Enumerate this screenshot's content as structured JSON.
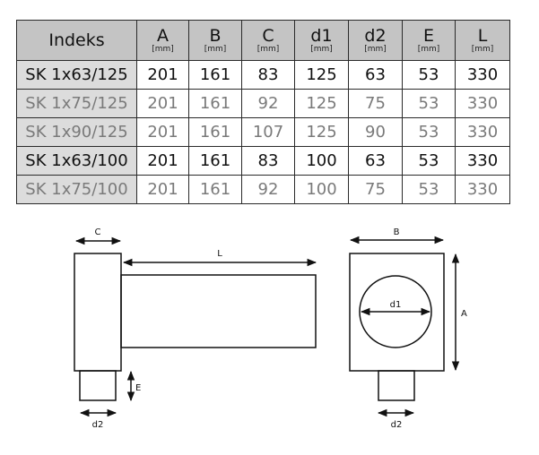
{
  "table": {
    "header": {
      "index_label": "Indeks",
      "columns": [
        {
          "name": "A",
          "unit": "[mm]"
        },
        {
          "name": "B",
          "unit": "[mm]"
        },
        {
          "name": "C",
          "unit": "[mm]"
        },
        {
          "name": "d1",
          "unit": "[mm]"
        },
        {
          "name": "d2",
          "unit": "[mm]"
        },
        {
          "name": "E",
          "unit": "[mm]"
        },
        {
          "name": "L",
          "unit": "[mm]"
        }
      ]
    },
    "rows": [
      {
        "index": "SK 1x63/125",
        "style": "dark",
        "values": [
          "201",
          "161",
          "83",
          "125",
          "63",
          "53",
          "330"
        ]
      },
      {
        "index": "SK 1x75/125",
        "style": "light",
        "values": [
          "201",
          "161",
          "92",
          "125",
          "75",
          "53",
          "330"
        ]
      },
      {
        "index": "SK 1x90/125",
        "style": "light",
        "values": [
          "201",
          "161",
          "107",
          "125",
          "90",
          "53",
          "330"
        ]
      },
      {
        "index": "SK 1x63/100",
        "style": "dark",
        "values": [
          "201",
          "161",
          "83",
          "100",
          "63",
          "53",
          "330"
        ]
      },
      {
        "index": "SK 1x75/100",
        "style": "light",
        "values": [
          "201",
          "161",
          "92",
          "100",
          "75",
          "53",
          "330"
        ]
      }
    ]
  },
  "drawing": {
    "side_view": {
      "label_c": "C",
      "label_l": "L",
      "label_e": "E",
      "label_d2": "d2"
    },
    "front_view": {
      "label_b": "B",
      "label_a": "A",
      "label_d1": "d1",
      "label_d2": "d2"
    }
  },
  "colors": {
    "header_bg": "#c4c4c4",
    "index_bg": "#dcdcdc",
    "dark_text": "#111111",
    "light_text": "#7a7a7a"
  }
}
